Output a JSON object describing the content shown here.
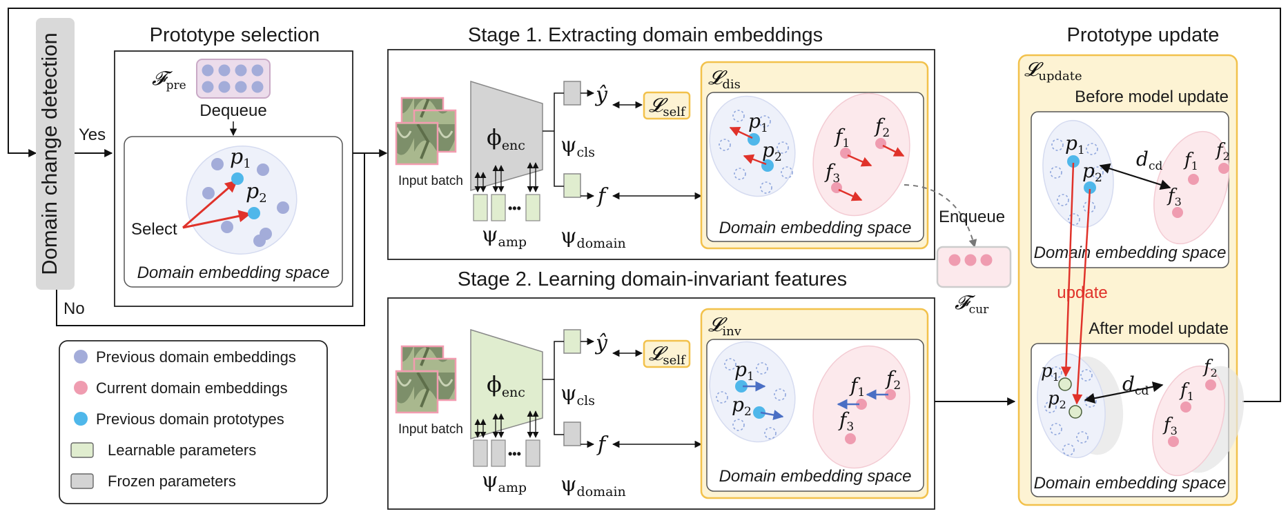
{
  "vertical_label": "Domain change detection",
  "yes_label": "Yes",
  "no_label": "No",
  "prototype_selection": {
    "title": "Prototype selection",
    "queue_symbol": "𝓕",
    "queue_sub": "pre",
    "dequeue_label": "Dequeue",
    "select_label": "Select",
    "space_label": "Domain embedding space",
    "p1": "p",
    "p1_sub": "1",
    "p2": "p",
    "p2_sub": "2"
  },
  "stage1": {
    "title": "Stage 1. Extracting domain embeddings",
    "input_label": "Input batch",
    "encoder": "ϕ",
    "encoder_sub": "enc",
    "cls_head": "ψ",
    "cls_sub": "cls",
    "domain_head": "ψ",
    "domain_sub": "domain",
    "amp": "ψ",
    "amp_sub": "amp",
    "yhat": "ŷ",
    "f": "f",
    "loss_self": "𝓛",
    "loss_self_sub": "self",
    "loss_box": "𝓛",
    "loss_box_sub": "dis",
    "space_label": "Domain embedding space",
    "dots_label": "•••"
  },
  "stage2": {
    "title": "Stage 2. Learning domain-invariant features",
    "input_label": "Input batch",
    "encoder": "ϕ",
    "encoder_sub": "enc",
    "cls_head": "ψ",
    "cls_sub": "cls",
    "domain_head": "ψ",
    "domain_sub": "domain",
    "amp": "ψ",
    "amp_sub": "amp",
    "yhat": "ŷ",
    "f": "f",
    "loss_self": "𝓛",
    "loss_self_sub": "self",
    "loss_box": "𝓛",
    "loss_box_sub": "inv",
    "space_label": "Domain embedding space",
    "dots_label": "•••"
  },
  "enqueue": {
    "label": "Enqueue",
    "queue_symbol": "𝓕",
    "queue_sub": "cur"
  },
  "prototype_update": {
    "title": "Prototype update",
    "loss": "𝓛",
    "loss_sub": "update",
    "before_label": "Before model update",
    "after_label": "After model update",
    "update_label": "update",
    "distance": "d",
    "distance_sub": "cd",
    "space_label": "Domain embedding space"
  },
  "points": {
    "p": "p",
    "f": "f",
    "s1": "1",
    "s2": "2",
    "s3": "3"
  },
  "legend": [
    {
      "label": "Previous domain embeddings",
      "swatch": "circle",
      "color": "#a3acd9"
    },
    {
      "label": "Current domain embeddings",
      "swatch": "circle",
      "color": "#ef9cb0"
    },
    {
      "label": "Previous domain prototypes",
      "swatch": "circle",
      "color": "#4fb7ea"
    },
    {
      "label": "Learnable parameters",
      "swatch": "rect",
      "color": "#e0edcf"
    },
    {
      "label": "Frozen parameters",
      "swatch": "rect",
      "color": "#d4d4d4"
    }
  ],
  "colors": {
    "prev": "#a3acd9",
    "cur": "#ef9cb0",
    "proto": "#4fb7ea",
    "learnable": "#e0edcf",
    "frozen": "#d4d4d4",
    "highlight_bg": "#fdf3d3",
    "highlight_border": "#f2c14b",
    "red_arrow": "#e0322a",
    "blue_arrow": "#4a6fc4"
  }
}
